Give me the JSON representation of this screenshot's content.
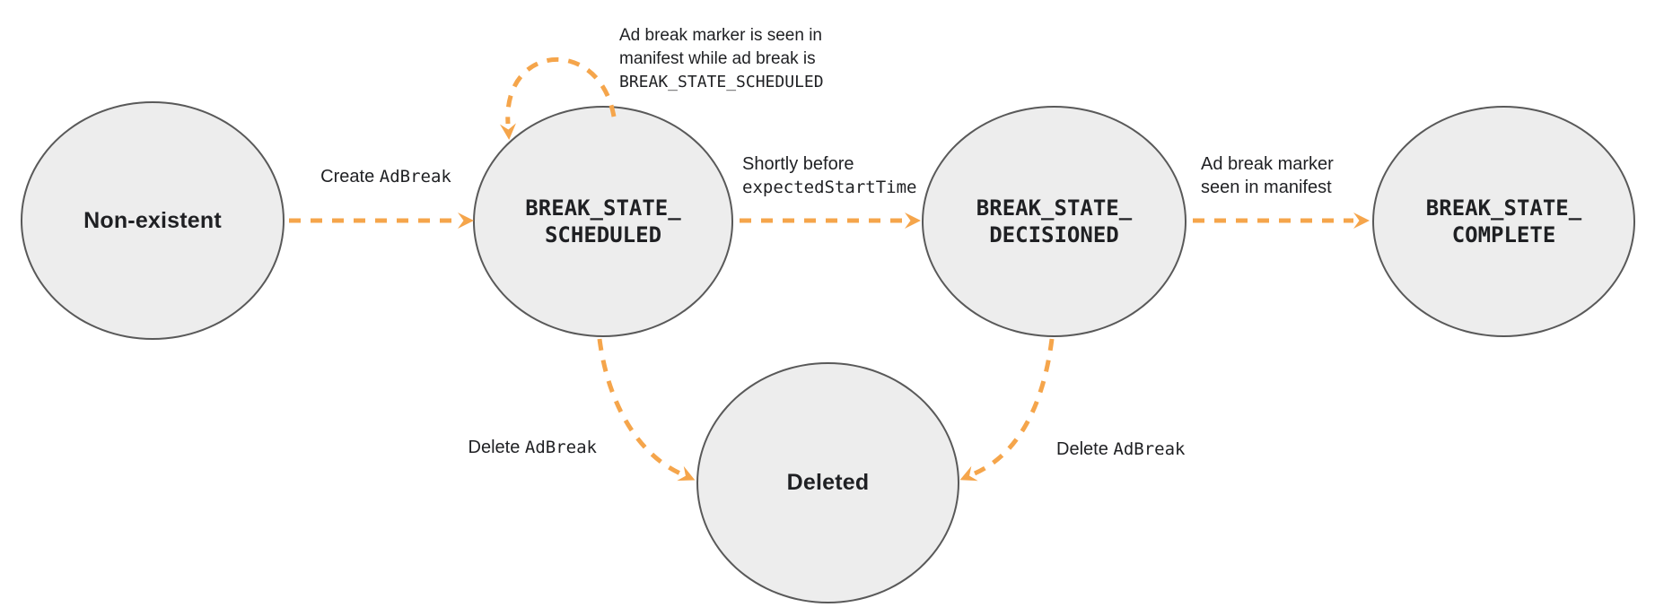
{
  "colors": {
    "arrow": "#F5A54B",
    "node_fill": "#EDEDED",
    "node_border": "#595959",
    "text": "#1F2023"
  },
  "nodes": {
    "non_existent": {
      "label": "Non-existent"
    },
    "scheduled": {
      "line1": "BREAK_STATE_",
      "line2": "SCHEDULED"
    },
    "decisioned": {
      "line1": "BREAK_STATE_",
      "line2": "DECISIONED"
    },
    "complete": {
      "line1": "BREAK_STATE_",
      "line2": "COMPLETE"
    },
    "deleted": {
      "label": "Deleted"
    }
  },
  "edges": {
    "create": {
      "plain": "Create",
      "code": "AdBreak"
    },
    "self_loop": {
      "line1": "Ad break marker is seen in",
      "line2": "manifest while ad break is",
      "code": "BREAK_STATE_SCHEDULED"
    },
    "to_decisioned": {
      "plain": "Shortly before",
      "code": "expectedStartTime"
    },
    "to_complete": {
      "line1": "Ad break marker",
      "line2": "seen in manifest"
    },
    "delete_from_scheduled": {
      "plain": "Delete",
      "code": "AdBreak"
    },
    "delete_from_decisioned": {
      "plain": "Delete",
      "code": "AdBreak"
    }
  }
}
